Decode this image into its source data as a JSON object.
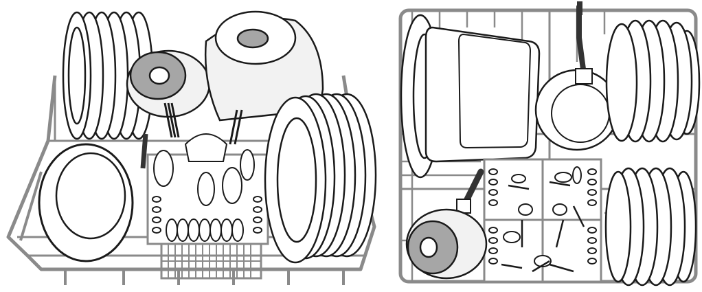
{
  "figure": {
    "panels": [
      {
        "id": "left",
        "content": "dishwasher-basket-loaded"
      },
      {
        "id": "right",
        "content": "dishwasher-basket-loaded"
      }
    ]
  },
  "colors": {
    "rack_wire": "#8a8a8a",
    "outline": "#1a1a1a",
    "dish_fill": "#ffffff",
    "pot_fill": "#f2f2f2",
    "pot_center": "#a6a6a6",
    "handle": "#333333",
    "basket": "#8a8a8a"
  }
}
